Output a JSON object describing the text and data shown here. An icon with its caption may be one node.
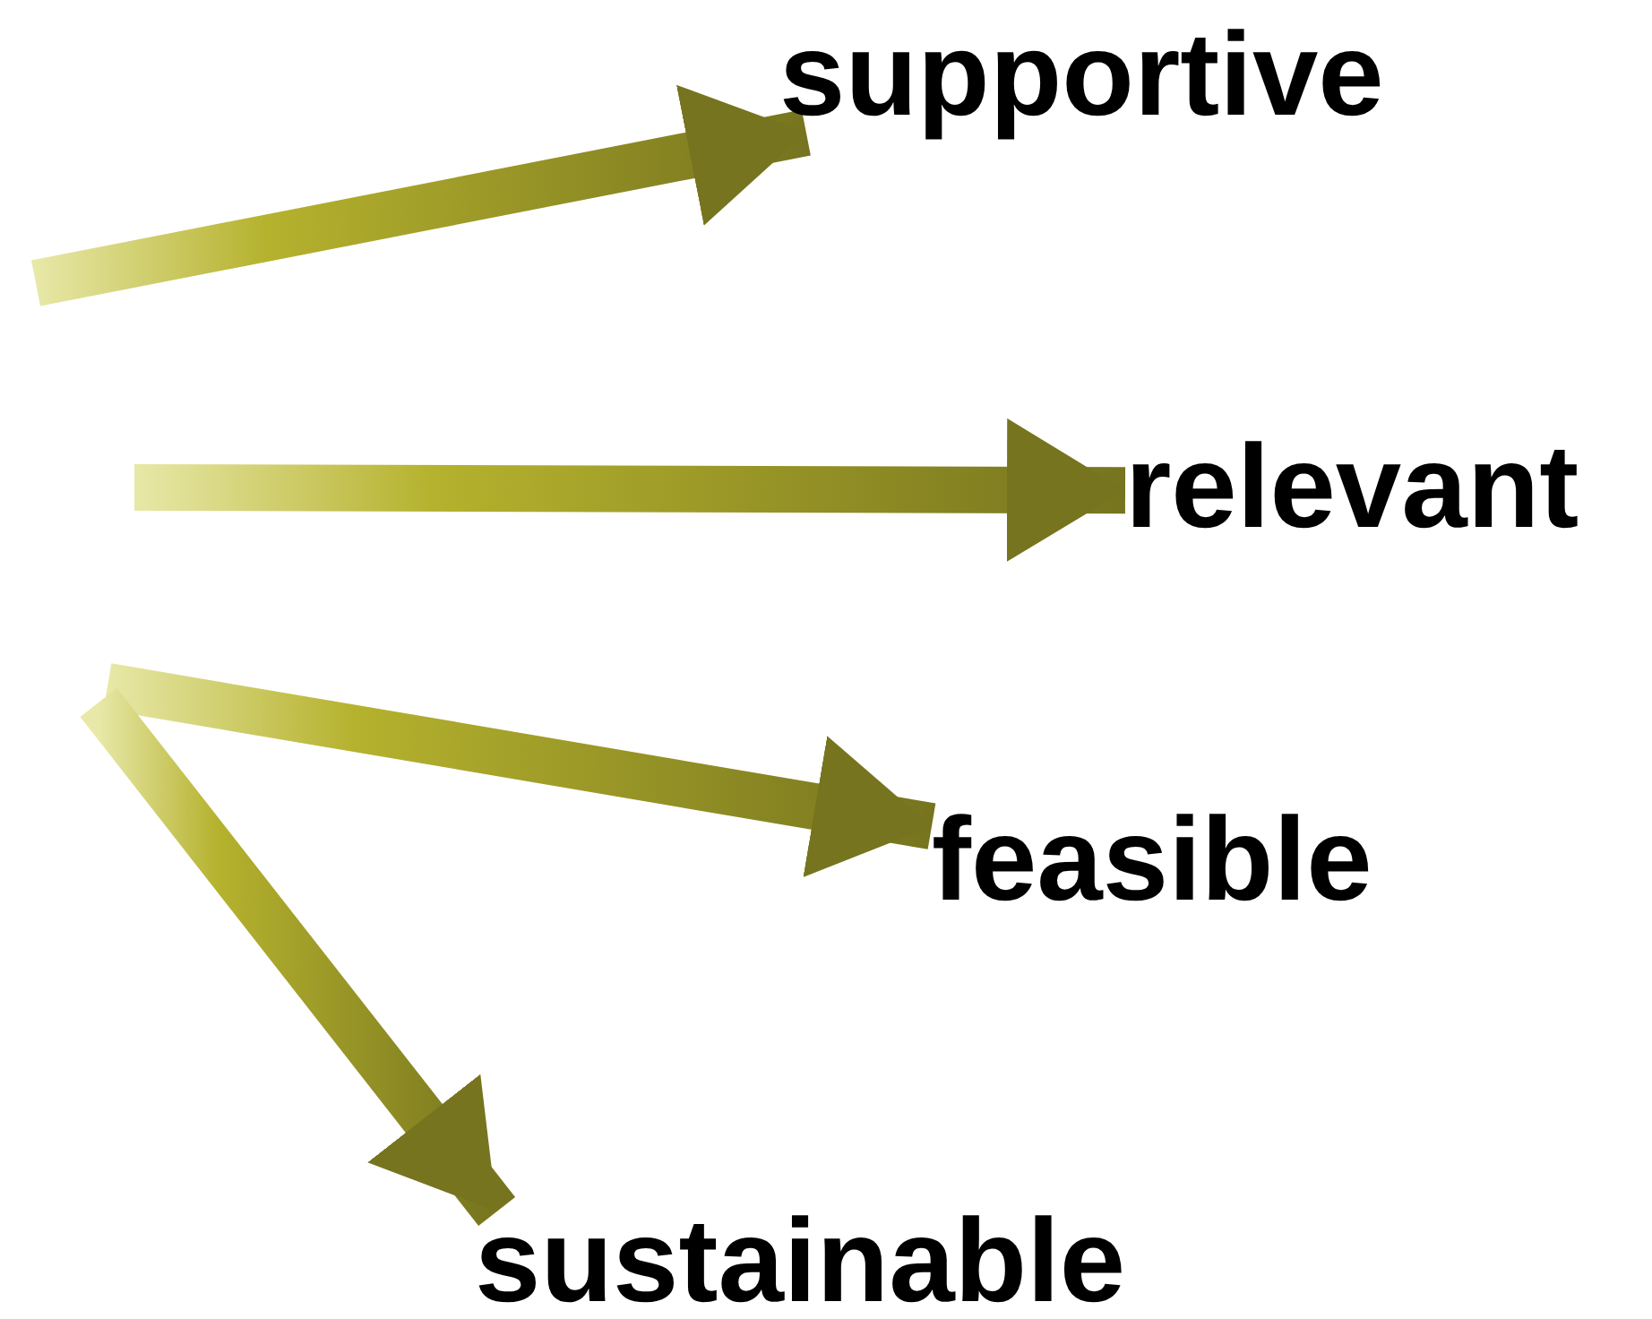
{
  "diagram": {
    "nodes": [
      {
        "text": [
          "supportive"
        ]
      },
      {
        "text": [
          "relevant"
        ]
      },
      {
        "text": [
          "feasible"
        ]
      },
      {
        "text": [
          "sustainable"
        ]
      }
    ],
    "edges": [
      {
        "from": null,
        "to": 0,
        "arrow": "to"
      },
      {
        "from": null,
        "to": 1,
        "arrow": "to"
      },
      {
        "from": null,
        "to": 2,
        "arrow": "to"
      },
      {
        "from": null,
        "to": 3,
        "arrow": "to"
      }
    ]
  }
}
